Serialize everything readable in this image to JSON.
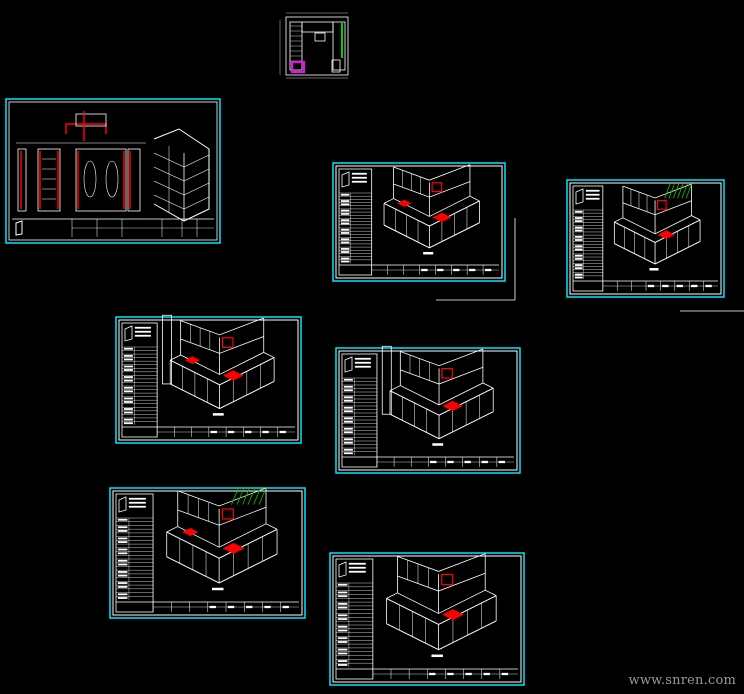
{
  "watermark": "www.snren.com",
  "colors": {
    "background": "#000000",
    "frame": "#00e5ff",
    "lines": "#ffffff",
    "highlight": "#ff0000",
    "hatch": "#00cc00",
    "accent": "#ff00ff"
  },
  "sheets": [
    {
      "name": "floor-plan-sheet"
    },
    {
      "name": "elevation-sheet"
    },
    {
      "name": "isometric-sheet-1"
    },
    {
      "name": "isometric-sheet-2"
    },
    {
      "name": "isometric-sheet-3"
    },
    {
      "name": "isometric-sheet-4"
    },
    {
      "name": "isometric-sheet-5"
    },
    {
      "name": "isometric-sheet-6"
    }
  ]
}
